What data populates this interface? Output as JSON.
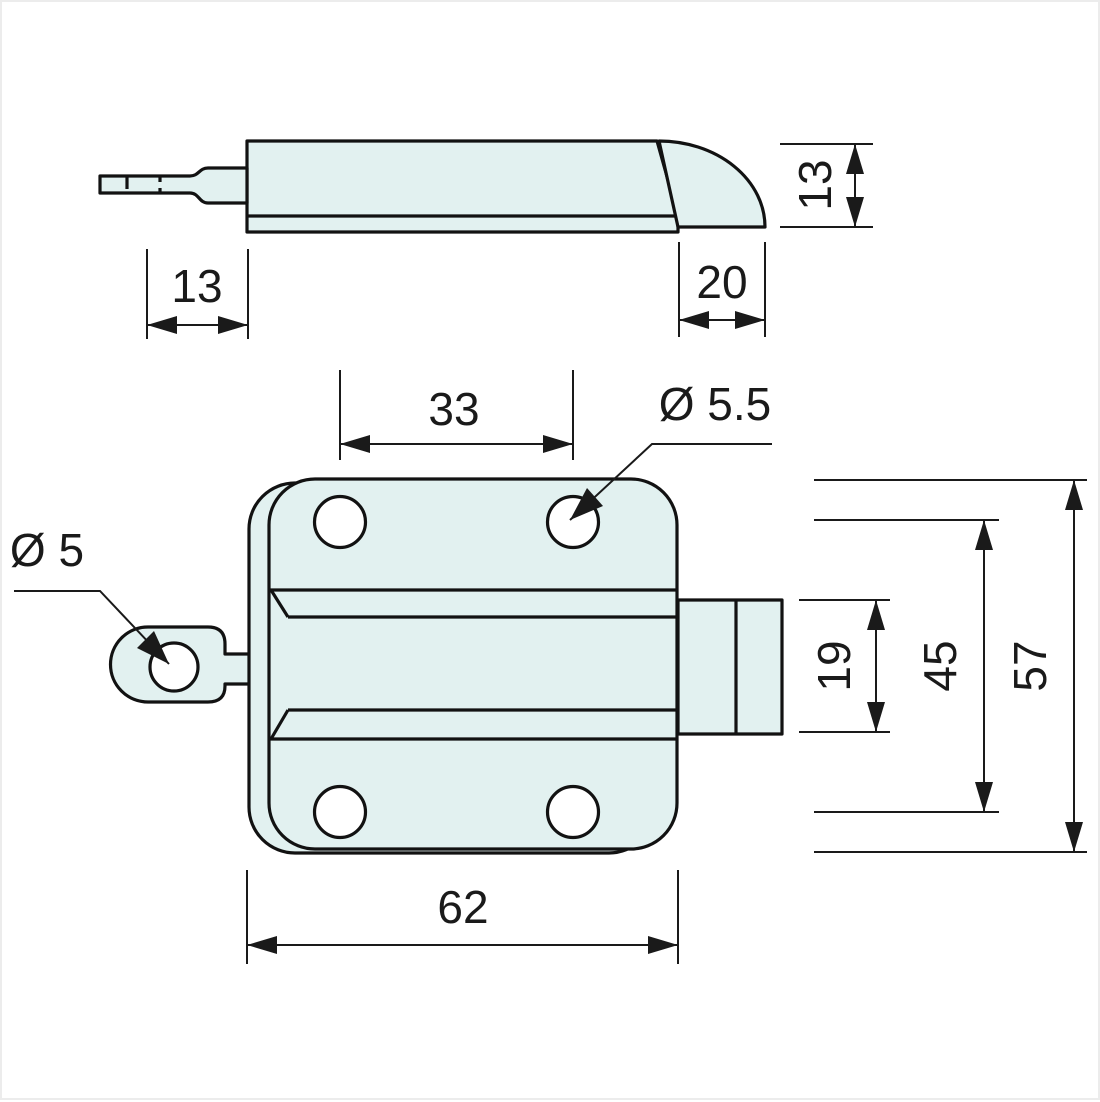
{
  "title": "Dimensioned technical drawing of a spring latch / cabinet catch",
  "units": "mm",
  "colors": {
    "part_fill": "#e2f1f0",
    "line": "#121212",
    "background": "#ffffff"
  },
  "side_view": {
    "dim_pin": "13",
    "dim_nose_depth": "20",
    "dim_nose_height": "13"
  },
  "front_view": {
    "dim_hole_spacing": "33",
    "label_hole_dia": "Ø 5.5",
    "label_eyelet_dia": "Ø 5",
    "dim_bolt": "19",
    "dim_hole_vspacing": "45",
    "dim_height": "57",
    "dim_width": "62"
  }
}
